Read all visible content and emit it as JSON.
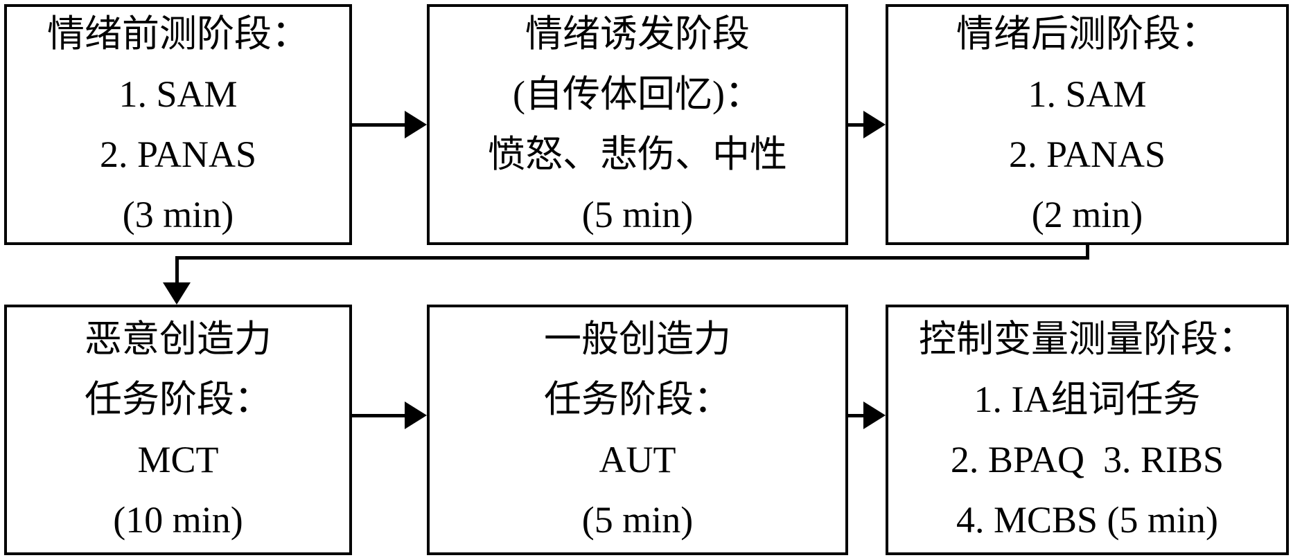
{
  "diagram": {
    "colors": {
      "background": "#ffffff",
      "border": "#000000",
      "text": "#000000",
      "arrow": "#000000"
    },
    "boxes": [
      {
        "name": "emotion-pretest",
        "lines": [
          "情绪前测阶段：",
          "1. SAM",
          "2. PANAS",
          "(3 min)"
        ]
      },
      {
        "name": "emotion-induction",
        "lines": [
          "情绪诱发阶段",
          "(自传体回忆)：",
          "愤怒、悲伤、中性",
          "(5 min)"
        ]
      },
      {
        "name": "emotion-posttest",
        "lines": [
          "情绪后测阶段：",
          "1. SAM",
          "2. PANAS",
          "(2 min)"
        ]
      },
      {
        "name": "malevolent-creativity-task",
        "lines": [
          "恶意创造力",
          "任务阶段：",
          "MCT",
          "(10 min)"
        ]
      },
      {
        "name": "general-creativity-task",
        "lines": [
          "一般创造力",
          "任务阶段：",
          "AUT",
          "(5 min)"
        ]
      },
      {
        "name": "control-variables",
        "lines": [
          "控制变量测量阶段：",
          "1. IA组词任务",
          "2. BPAQ  3. RIBS",
          "4. MCBS (5 min)"
        ]
      }
    ],
    "connections": [
      {
        "from": "emotion-pretest",
        "to": "emotion-induction",
        "style": "straight-right"
      },
      {
        "from": "emotion-induction",
        "to": "emotion-posttest",
        "style": "straight-right"
      },
      {
        "from": "emotion-posttest",
        "to": "malevolent-creativity-task",
        "style": "elbow-down-left-down"
      },
      {
        "from": "malevolent-creativity-task",
        "to": "general-creativity-task",
        "style": "straight-right"
      },
      {
        "from": "general-creativity-task",
        "to": "control-variables",
        "style": "straight-right"
      }
    ]
  }
}
